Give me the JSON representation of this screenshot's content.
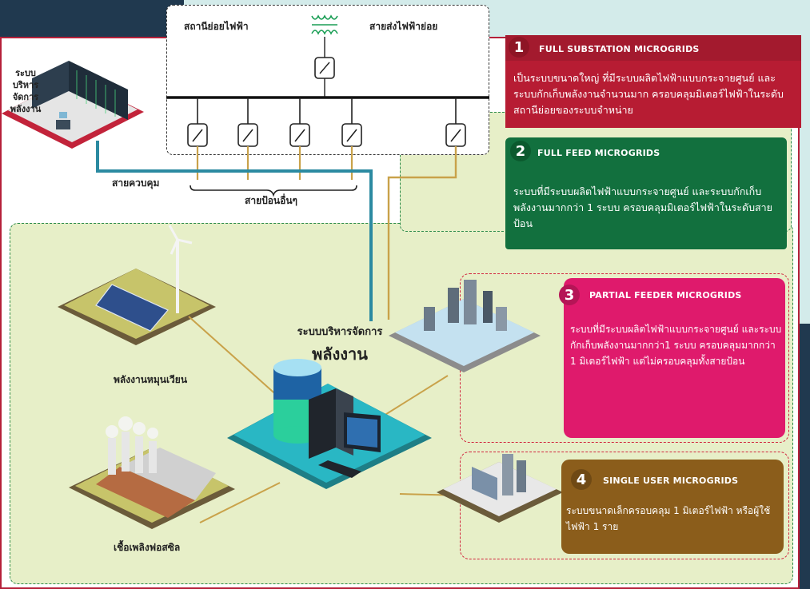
{
  "substation": {
    "label": "สถานีย่อยไฟฟ้า",
    "subtransmission_label": "สายส่งไฟฟ้าย่อย"
  },
  "ems_building": {
    "line1": "ระบบบริหาร",
    "line2": "จัดการ",
    "line3": "พลังงาน"
  },
  "control_line_label": "สายควบคุม",
  "other_feeders_label": "สายป้อนอื่นๆ",
  "center": {
    "title_small": "ระบบบริหารจัดการ",
    "title_big": "พลังงาน"
  },
  "renewable_label": "พลังงานหมุนเวียน",
  "fossil_label": "เชื้อเพลิงฟอสซิล",
  "boxes": [
    {
      "number": "1",
      "title": "FULL SUBSTATION MICROGRIDS",
      "desc": "เป็นระบบขนาดใหญ่ ที่มีระบบผลิตไฟฟ้าแบบกระจายศูนย์ และระบบกักเก็บพลังงานจำนวนมาก ครอบคลุมมิเตอร์ไฟฟ้าในระดับสถานีย่อยของระบบจำหน่าย"
    },
    {
      "number": "2",
      "title": "FULL FEED MICROGRIDS",
      "desc": "ระบบที่มีระบบผลิตไฟฟ้าแบบกระจายศูนย์ และระบบกักเก็บพลังงานมากกว่า 1 ระบบ ครอบคลุมมิเตอร์ไฟฟ้าในระดับสายป้อน"
    },
    {
      "number": "3",
      "title": "PARTIAL FEEDER MICROGRIDS",
      "desc": "ระบบที่มีระบบผลิตไฟฟ้าแบบกระจายศูนย์ และระบบกักเก็บพลังงานมากกว่า1 ระบบ ครอบคลุมมากกว่า 1 มิเตอร์ไฟฟ้า แต่ไม่ครอบคลุมทั้งสายป้อน"
    },
    {
      "number": "4",
      "title": "SINGLE USER MICROGRIDS",
      "desc": "ระบบขนาดเล็กครอบคลุม 1 มิเตอร์ไฟฟ้า หรือผู้ใช้ไฟฟ้า 1 ราย"
    }
  ],
  "colors": {
    "box1": "#b71c33",
    "box2": "#12703e",
    "box3": "#df1a6c",
    "box4": "#8b5d1b",
    "control_line": "#2b8aa1",
    "feeder_line": "#c9a24a",
    "zone_green": "#e7efc8",
    "navy": "#20394f"
  }
}
